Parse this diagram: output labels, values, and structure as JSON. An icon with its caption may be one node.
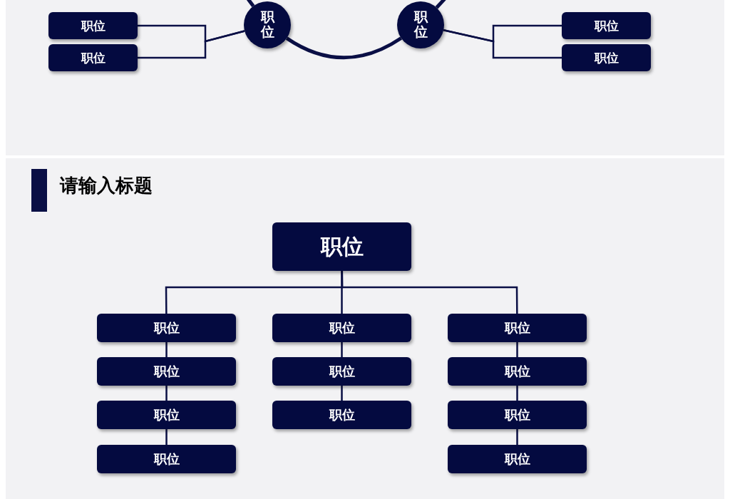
{
  "diagram": {
    "nodes": [
      {
        "text": [
          "职位"
        ]
      },
      {
        "text": [
          "职位"
        ]
      },
      {
        "text": [
          "职位"
        ]
      },
      {
        "text": [
          "职位"
        ]
      },
      {
        "text": [
          "职位"
        ]
      },
      {
        "text": [
          "职位"
        ]
      },
      {
        "text": [
          "职位"
        ]
      },
      {
        "text": [
          "职位"
        ]
      },
      {
        "text": [
          "职位"
        ]
      },
      {
        "text": [
          "职位"
        ]
      },
      {
        "text": [
          "职位"
        ]
      },
      {
        "text": [
          "职位"
        ]
      },
      {
        "text": [
          "职位"
        ]
      },
      {
        "text": [
          "职位"
        ]
      },
      {
        "text": [
          "职位"
        ]
      },
      {
        "text": [
          "职位"
        ]
      },
      {
        "text": [
          "职位"
        ]
      },
      {
        "text": [
          "职位"
        ]
      }
    ],
    "edges": [
      {
        "from": 0,
        "to": 2,
        "arrow": "none"
      },
      {
        "from": 1,
        "to": 2,
        "arrow": "none"
      },
      {
        "from": 2,
        "to": 3,
        "arrow": "none",
        "style": "thick"
      },
      {
        "from": 2,
        "to": null,
        "arrow": "none",
        "style": "thick"
      },
      {
        "from": 3,
        "to": null,
        "arrow": "none",
        "style": "thick"
      },
      {
        "from": 3,
        "to": 4,
        "arrow": "none"
      },
      {
        "from": 3,
        "to": 5,
        "arrow": "none"
      },
      {
        "from": 6,
        "to": 7,
        "arrow": "none"
      },
      {
        "from": 6,
        "to": 11,
        "arrow": "none"
      },
      {
        "from": 6,
        "to": 14,
        "arrow": "none"
      },
      {
        "from": 7,
        "to": 8,
        "arrow": "none"
      },
      {
        "from": 8,
        "to": 9,
        "arrow": "none"
      },
      {
        "from": 9,
        "to": 10,
        "arrow": "none"
      },
      {
        "from": 11,
        "to": 12,
        "arrow": "none"
      },
      {
        "from": 12,
        "to": 13,
        "arrow": "none"
      },
      {
        "from": 14,
        "to": 15,
        "arrow": "none"
      },
      {
        "from": 15,
        "to": 16,
        "arrow": "none"
      },
      {
        "from": 16,
        "to": 17,
        "arrow": "none"
      }
    ],
    "labels": [
      "请输入标题"
    ]
  }
}
